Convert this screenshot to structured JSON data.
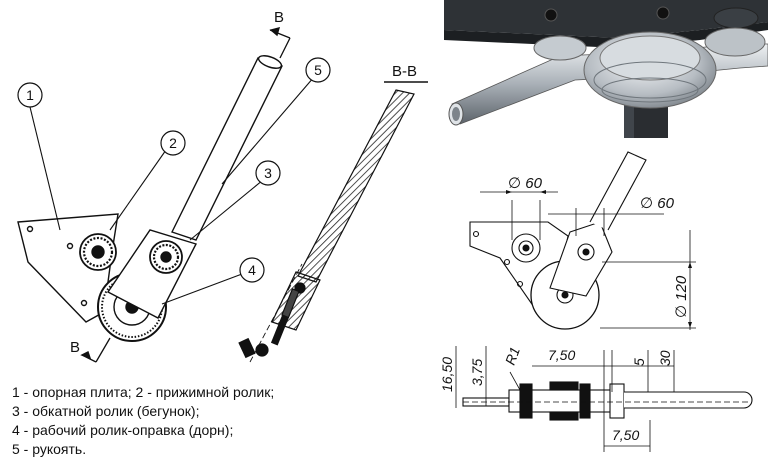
{
  "left_drawing": {
    "callouts": [
      "1",
      "2",
      "3",
      "4",
      "5"
    ],
    "section_mark": "B",
    "section_title": "B-B"
  },
  "legend": [
    "1 - опорная плита; 2 - прижимной ролик;",
    "3 - обкатной ролик (бегунок);",
    "4 - рабочий ролик-оправка (дорн);",
    "5 - рукоять."
  ],
  "dimensions": {
    "d_small": "60",
    "d_small_prefix": "∅",
    "d_mid": "60",
    "d_mid_prefix": "∅",
    "d_large": "120",
    "d_large_prefix": "∅",
    "h_total": "16,50",
    "h_small": "3,75",
    "radius": "R1",
    "w1": "7,50",
    "w2": "5",
    "w3": "30",
    "w4": "7,50"
  },
  "colors": {
    "ink": "#111111",
    "photo_bg": "#2e3236",
    "metal": "#c9ced3"
  }
}
